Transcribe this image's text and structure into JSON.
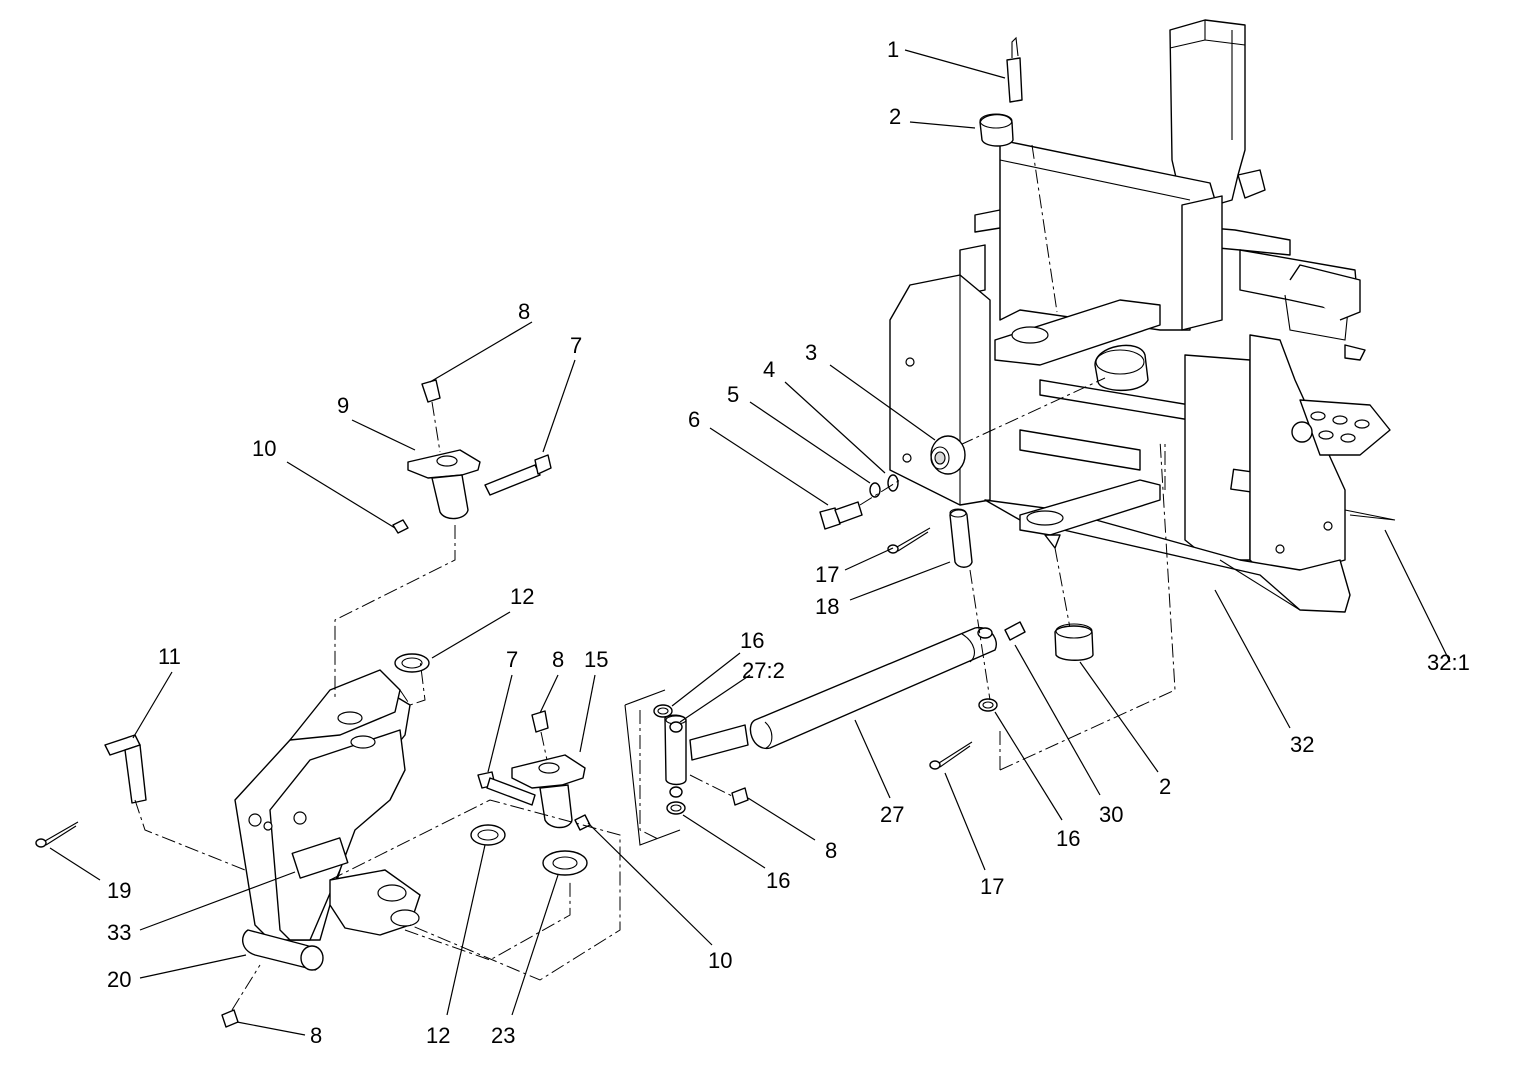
{
  "diagram": {
    "callouts": {
      "c1": "1",
      "c2a": "2",
      "c3": "3",
      "c4": "4",
      "c5": "5",
      "c6": "6",
      "c7a": "7",
      "c8a": "8",
      "c9": "9",
      "c10a": "10",
      "c12a": "12",
      "c11": "11",
      "c7b": "7",
      "c8b": "8",
      "c15": "15",
      "c16a": "16",
      "c27_2": "27:2",
      "c17a": "17",
      "c18": "18",
      "c32_1": "32:1",
      "c32": "32",
      "c2b": "2",
      "c30": "30",
      "c16b": "16",
      "c27": "27",
      "c8c": "8",
      "c16c": "16",
      "c17b": "17",
      "c10b": "10",
      "c19": "19",
      "c33": "33",
      "c20": "20",
      "c8d": "8",
      "c12b": "12",
      "c23": "23"
    }
  }
}
